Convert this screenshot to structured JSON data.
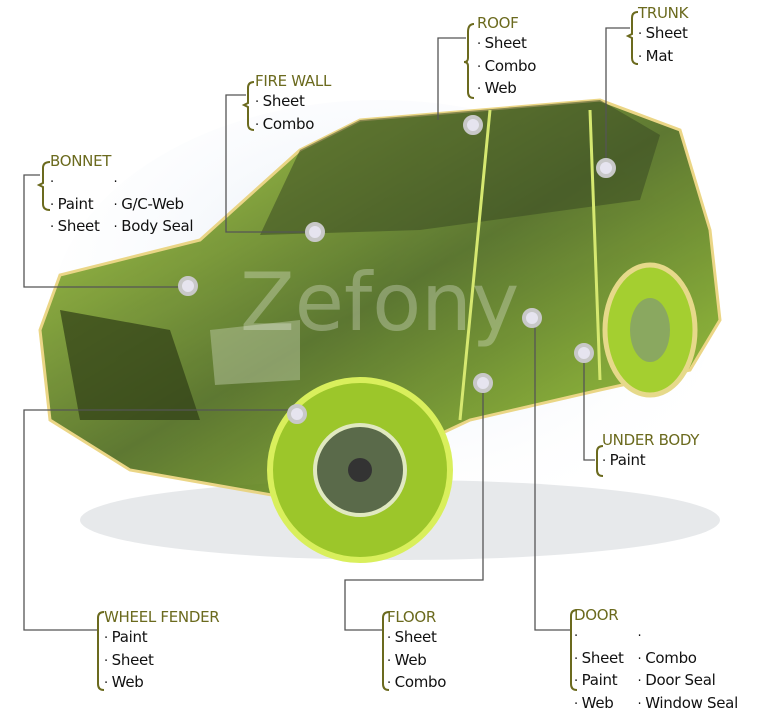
{
  "colors": {
    "title": "#6b6a1e",
    "car": "#8bc220",
    "line": "#555555"
  },
  "watermark": "Zefony",
  "labels": {
    "roof": {
      "title": "ROOF",
      "items": [
        "Sheet",
        "Combo",
        "Web"
      ]
    },
    "trunk": {
      "title": "TRUNK",
      "items": [
        "Sheet",
        "Mat"
      ]
    },
    "firewall": {
      "title": "FIRE WALL",
      "items": [
        "Sheet",
        "Combo"
      ]
    },
    "bonnet": {
      "title": "BONNET",
      "col1": [
        "Paint",
        "Sheet"
      ],
      "col2": [
        "G/C-Web",
        "Body Seal"
      ]
    },
    "underbody": {
      "title": "UNDER BODY",
      "items": [
        "Paint"
      ]
    },
    "wheelfender": {
      "title": "WHEEL FENDER",
      "items": [
        "Paint",
        "Sheet",
        "Web"
      ]
    },
    "floor": {
      "title": "FLOOR",
      "items": [
        "Sheet",
        "Web",
        "Combo"
      ]
    },
    "door": {
      "title": "DOOR",
      "col1": [
        "Sheet",
        "Paint",
        "Web"
      ],
      "col2": [
        "Combo",
        "Door Seal",
        "Window Seal"
      ]
    }
  }
}
